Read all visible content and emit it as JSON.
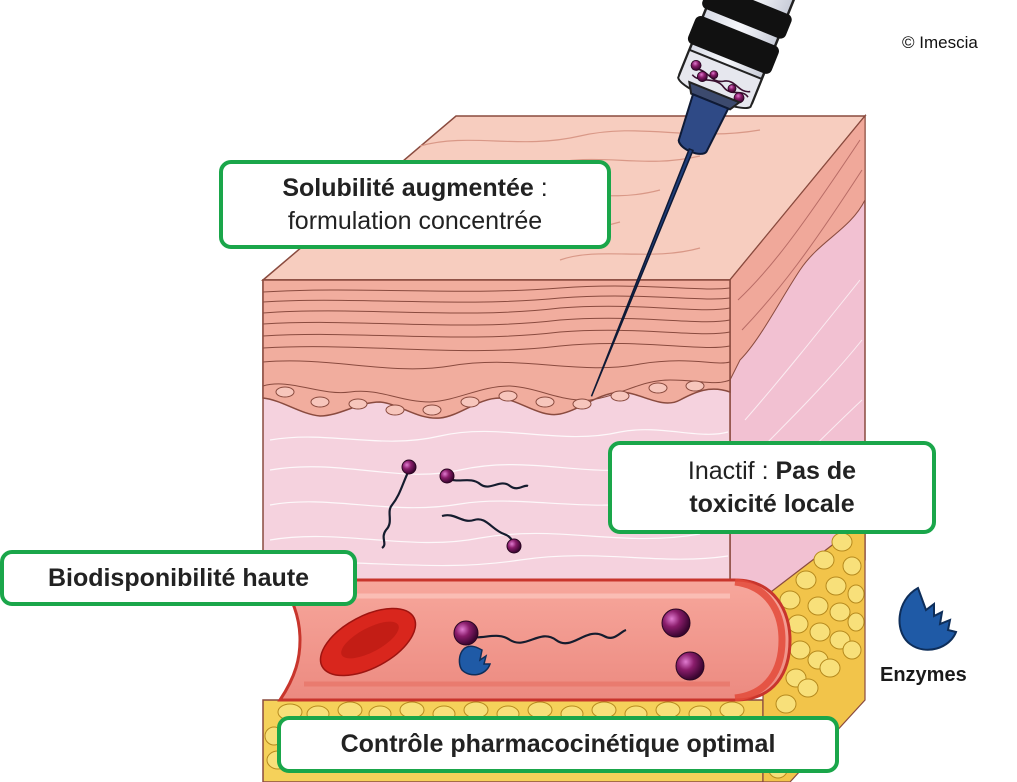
{
  "copyright": "© Imescia",
  "callouts": {
    "solubility": {
      "bold": "Solubilité augmentée",
      "rest": " :",
      "line2": "formulation concentrée"
    },
    "inactive": {
      "plain": "Inactif : ",
      "bold1": "Pas de",
      "bold2": "toxicité locale"
    },
    "bioavailability": {
      "bold": "Biodisponibilité haute"
    },
    "pk_control": {
      "bold": "Contrôle pharmacocinétique optimal"
    }
  },
  "legend": {
    "enzymes_label": "Enzymes"
  },
  "icons": [
    "syringe-icon",
    "needle-icon",
    "drug-molecule-icon",
    "enzyme-icon",
    "red-blood-cell-icon",
    "skin-block-icon",
    "blood-vessel-icon",
    "fat-cells-icon"
  ],
  "colors": {
    "callout_border": "#1aa64a",
    "drug_particle": "#8a1d6b",
    "enzyme": "#1f5aa6",
    "blood_vessel": "#e86b66",
    "skin": "#f6c7bc",
    "fat": "#f5d15a"
  }
}
